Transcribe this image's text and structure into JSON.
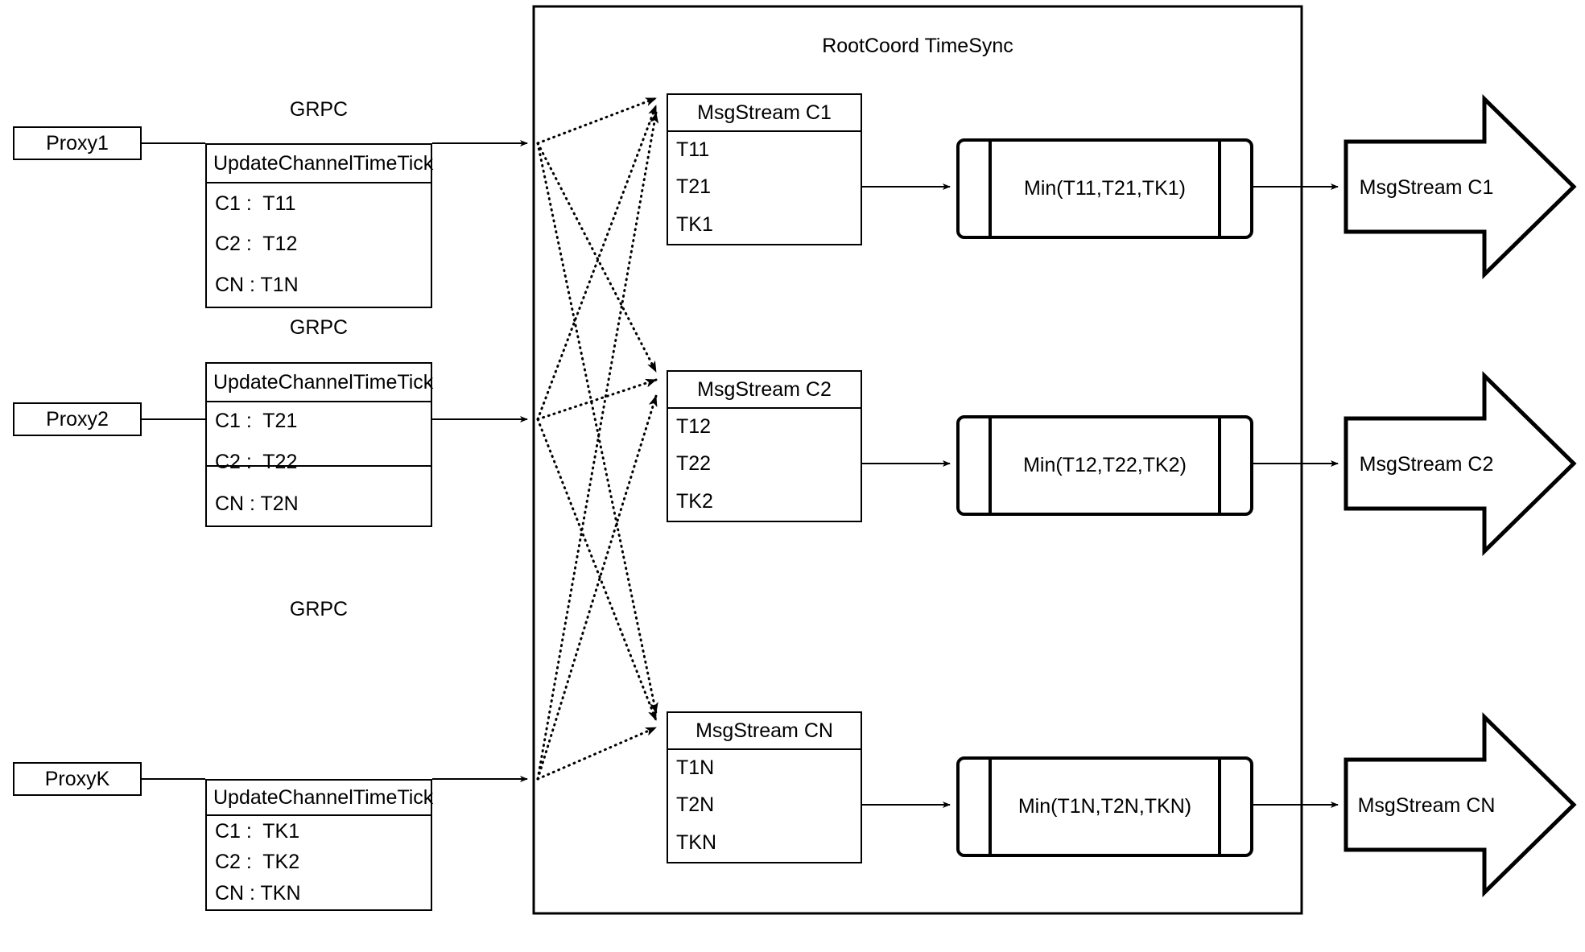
{
  "diagram": {
    "title": "RootCoord TimeSync",
    "background": "#ffffff",
    "stroke_color": "#000000"
  },
  "proxies": [
    {
      "name": "Proxy1",
      "link_label": "GRPC",
      "message": {
        "header": "UpdateChannelTimeTick",
        "rows": [
          "C1 :  T11",
          "C2 :  T12",
          "CN : T1N"
        ]
      }
    },
    {
      "name": "Proxy2",
      "link_label": "GRPC",
      "message": {
        "header": "UpdateChannelTimeTick",
        "rows": [
          "C1 :  T21",
          "C2 :  T22",
          "CN : T2N"
        ]
      }
    },
    {
      "name": "ProxyK",
      "link_label": "GRPC",
      "message": {
        "header": "UpdateChannelTimeTick",
        "rows": [
          "C1 :  TK1",
          "C2 :  TK2",
          "CN : TKN"
        ]
      }
    }
  ],
  "channels": [
    {
      "msgstream": {
        "header": "MsgStream C1",
        "rows": [
          "T11",
          "T21",
          "TK1"
        ]
      },
      "reducer": "Min(T11,T21,TK1)",
      "output": "MsgStream C1"
    },
    {
      "msgstream": {
        "header": "MsgStream C2",
        "rows": [
          "T12",
          "T22",
          "TK2"
        ]
      },
      "reducer": "Min(T12,T22,TK2)",
      "output": "MsgStream C2"
    },
    {
      "msgstream": {
        "header": "MsgStream CN",
        "rows": [
          "T1N",
          "T2N",
          "TKN"
        ]
      },
      "reducer": "Min(T1N,T2N,TKN)",
      "output": "MsgStream CN"
    }
  ]
}
